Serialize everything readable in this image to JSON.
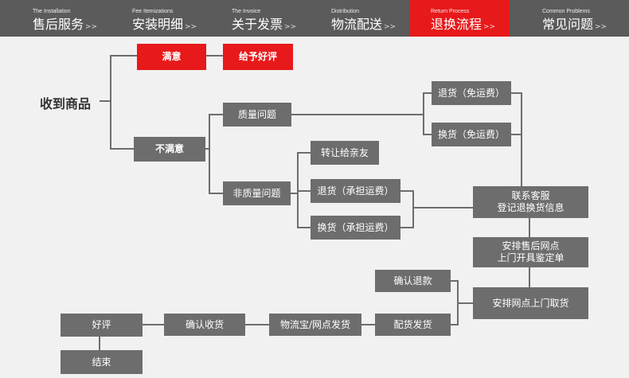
{
  "nav": {
    "tabs": [
      {
        "en": "The Installation",
        "zh": "售后服务",
        "arrow": ">>"
      },
      {
        "en": "Fee Itemizations",
        "zh": "安装明细",
        "arrow": ">>"
      },
      {
        "en": "The Invoice",
        "zh": "关于发票",
        "arrow": ">>"
      },
      {
        "en": "Distribution",
        "zh": "物流配送",
        "arrow": ">>"
      },
      {
        "en": "Return Process",
        "zh": "退换流程",
        "arrow": ">>"
      },
      {
        "en": "Common Problems",
        "zh": "常见问题",
        "arrow": ">>"
      }
    ],
    "active_index": 4,
    "colors": {
      "bar": "#5b5b5b",
      "active": "#e8191a"
    }
  },
  "flow": {
    "root": "收到商品",
    "satisfied": "满意",
    "give_review": "给予好评",
    "unsatisfied": "不满意",
    "quality_issue": "质量问题",
    "return_free": "退货（免运费）",
    "exchange_free": "换货（免运费）",
    "non_quality_issue": "非质量问题",
    "transfer_friend": "转让给亲友",
    "return_paid": "退货（承担运费）",
    "exchange_paid": "换货（承担运费）",
    "contact_service_1": "联系客服",
    "contact_service_2": "登记退换货信息",
    "arrange_outlet_1": "安排售后网点",
    "arrange_outlet_2": "上门开具鉴定单",
    "arrange_pickup": "安排网点上门取货",
    "confirm_refund": "确认退款",
    "delivery": "配货发货",
    "logistics_ship": "物流宝/网点发货",
    "confirm_receipt": "确认收货",
    "good_review": "好评",
    "end": "结束"
  },
  "colors": {
    "box": "#6d6d6d",
    "highlight": "#e8191a",
    "background": "#f1f1f1"
  }
}
